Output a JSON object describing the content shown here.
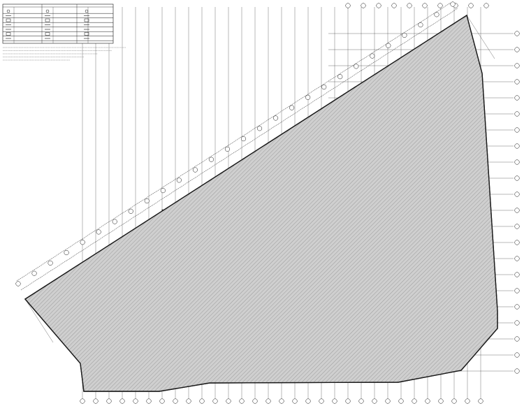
{
  "legend": {
    "title": "",
    "rows": [
      {
        "symbol": "circle",
        "label": ""
      },
      {
        "symbol": "double-arrow",
        "label": ""
      },
      {
        "symbol": "rect",
        "label": ""
      },
      {
        "symbol": "tee",
        "label": ""
      },
      {
        "symbol": "hex",
        "label": ""
      },
      {
        "symbol": "square",
        "label": ""
      },
      {
        "symbol": "line",
        "label": ""
      }
    ]
  },
  "notes": [
    "",
    "",
    "",
    "",
    ""
  ],
  "grid": {
    "top_labels": [],
    "right_labels": [],
    "bottom_labels": [],
    "left_labels": []
  },
  "colors": {
    "hatch": "#9a9a9a",
    "fill": "#c9c9c9",
    "line": "#1a1a1a",
    "background": "#ffffff"
  }
}
